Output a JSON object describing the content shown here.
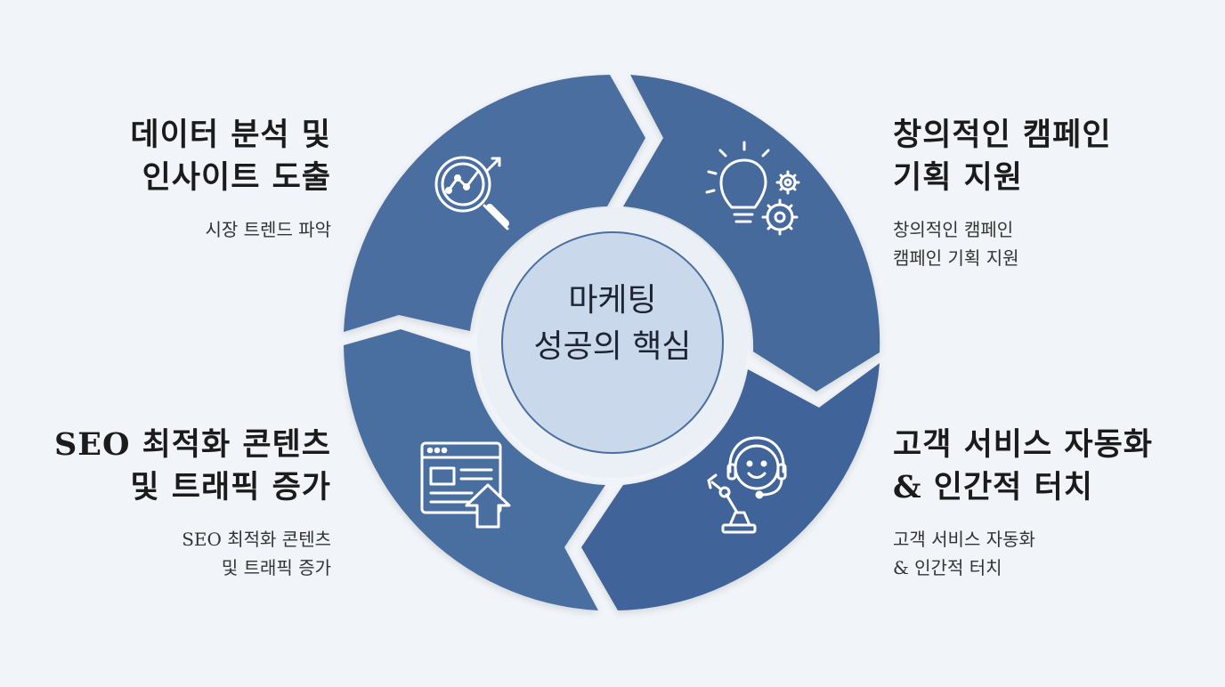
{
  "center": {
    "line1": "마케팅",
    "line2": "성공의 핵심"
  },
  "segments": [
    {
      "id": "data-insight",
      "title": [
        "데이터 분석 및",
        "인사이트 도출"
      ],
      "desc": [
        "시장 트렌드 파악"
      ],
      "icon": "magnifier-chart-icon"
    },
    {
      "id": "creative-campaign",
      "title": [
        "창의적인 캠페인",
        "기획 지원"
      ],
      "desc": [
        "창의적인 캠페인",
        "캠페인 기획 지원"
      ],
      "icon": "lightbulb-gears-icon"
    },
    {
      "id": "seo-traffic",
      "title": [
        "SEO 최적화 콘텐츠",
        "및 트래픽 증가"
      ],
      "desc": [
        "SEO 최적화 콘텐츠",
        "및 트래픽 증가"
      ],
      "icon": "webpage-upload-icon"
    },
    {
      "id": "customer-service",
      "title": [
        "고객 서비스 자동화",
        "& 인간적 터치"
      ],
      "desc": [
        "고객 서비스 자동화",
        "& 인간적 터치"
      ],
      "icon": "headset-robot-arm-icon"
    }
  ],
  "colors": {
    "background": "#f1f4f8",
    "segment": "#4a6e9f",
    "segment_dark": "#3f6394",
    "inner_ring": "#eaf0f6",
    "center_fill": "#c9d8eb",
    "center_stroke": "#4a6e9f",
    "icon": "#ffffff"
  }
}
